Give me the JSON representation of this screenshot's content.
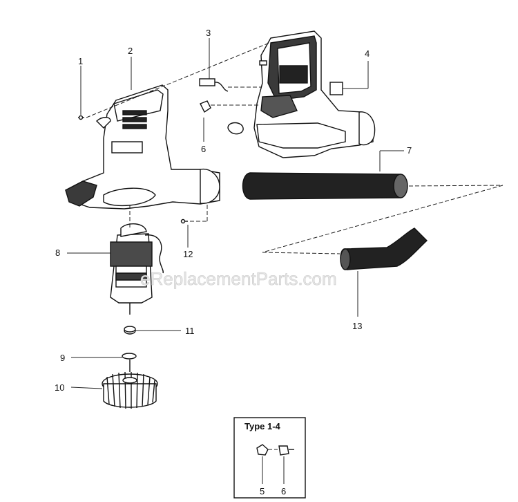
{
  "callouts": {
    "c1": "1",
    "c2": "2",
    "c3": "3",
    "c4": "4",
    "c5": "5",
    "c6": "6",
    "c7": "7",
    "c8": "8",
    "c9": "9",
    "c10": "10",
    "c11": "11",
    "c12": "12",
    "c13": "13"
  },
  "inset": {
    "title": "Type 1-4",
    "label_a": "5",
    "label_b": "6"
  },
  "watermark": "eReplacementParts.com"
}
